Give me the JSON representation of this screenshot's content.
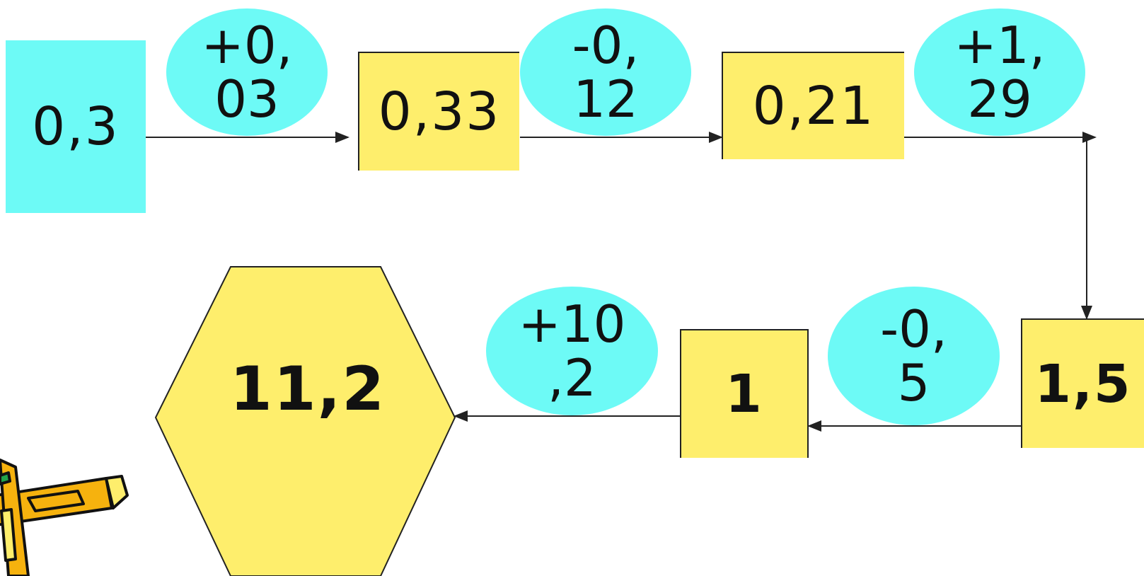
{
  "diagram": {
    "start_value": "0,3",
    "steps": [
      {
        "operation": "+0,\n03",
        "result": "0,33"
      },
      {
        "operation": "-0,\n12",
        "result": "0,21"
      },
      {
        "operation": "+1,\n29",
        "result": "1,5"
      },
      {
        "operation": "-0,\n5",
        "result": "1"
      },
      {
        "operation": "+10\n,2",
        "result": "11,2"
      }
    ]
  },
  "colors": {
    "operation_fill": "#6dfaf6",
    "result_fill": "#feee6c",
    "line": "#222222"
  },
  "icons": {
    "decoration": "pencil-icon"
  }
}
